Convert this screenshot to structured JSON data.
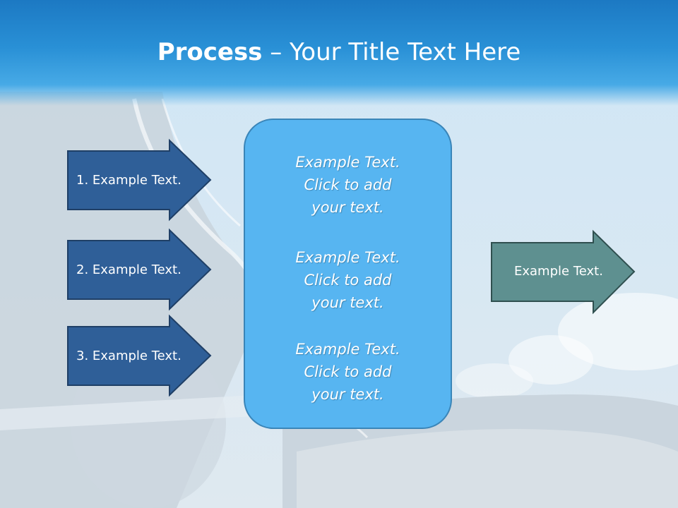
{
  "slide": {
    "title_bold": "Process",
    "title_rest": " – Your Title Text Here",
    "left_arrows": [
      {
        "label": "1. Example Text."
      },
      {
        "label": "2. Example Text."
      },
      {
        "label": "3. Example Text."
      }
    ],
    "center_box": {
      "blocks": [
        {
          "line1": "Example Text.",
          "line2": "Click  to add",
          "line3": "your text."
        },
        {
          "line1": "Example Text.",
          "line2": "Click  to add",
          "line3": "your text."
        },
        {
          "line1": "Example Text.",
          "line2": "Click  to add",
          "line3": "your text."
        }
      ]
    },
    "right_arrow": {
      "label": "Example Text."
    }
  },
  "colors": {
    "header_blue": "#2990d6",
    "left_arrow_fill": "#2f5f98",
    "left_arrow_stroke": "#1f3f66",
    "center_box_fill": "#57b5f1",
    "right_arrow_fill": "#5e9090",
    "right_arrow_stroke": "#2f4f4f"
  }
}
